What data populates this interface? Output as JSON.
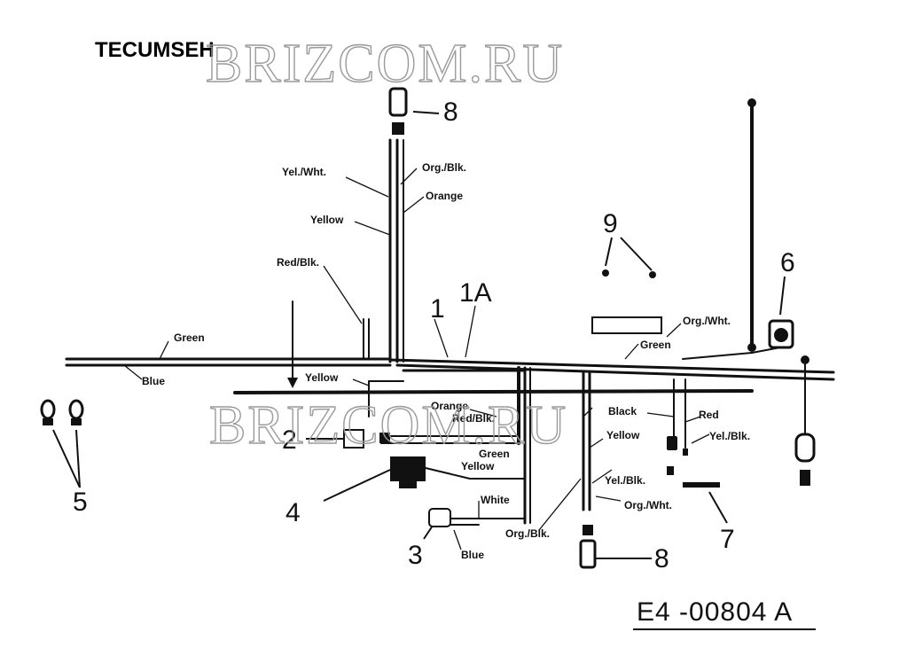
{
  "brand": "TECUMSEH",
  "watermark": "BRIZCOM.RU",
  "drawing_code": "E4 -00804 A",
  "callouts": [
    "8",
    "9",
    "6",
    "1",
    "1A",
    "2",
    "5",
    "4",
    "3",
    "8",
    "7"
  ],
  "wire_labels": [
    "Yel./Wht.",
    "Org./Blk.",
    "Orange",
    "Yellow",
    "Red/Blk.",
    "Green",
    "Blue",
    "Yellow",
    "Orange",
    "Red/Blk.",
    "Green",
    "Yellow",
    "White",
    "Blue",
    "Org./Wht.",
    "Green",
    "Black",
    "Red",
    "Yellow",
    "Yel./Blk.",
    "Yel./Blk.",
    "Org./Wht.",
    "Org./Blk."
  ],
  "colors": {
    "ink": "#111111",
    "watermark": "#9a9a9a"
  }
}
